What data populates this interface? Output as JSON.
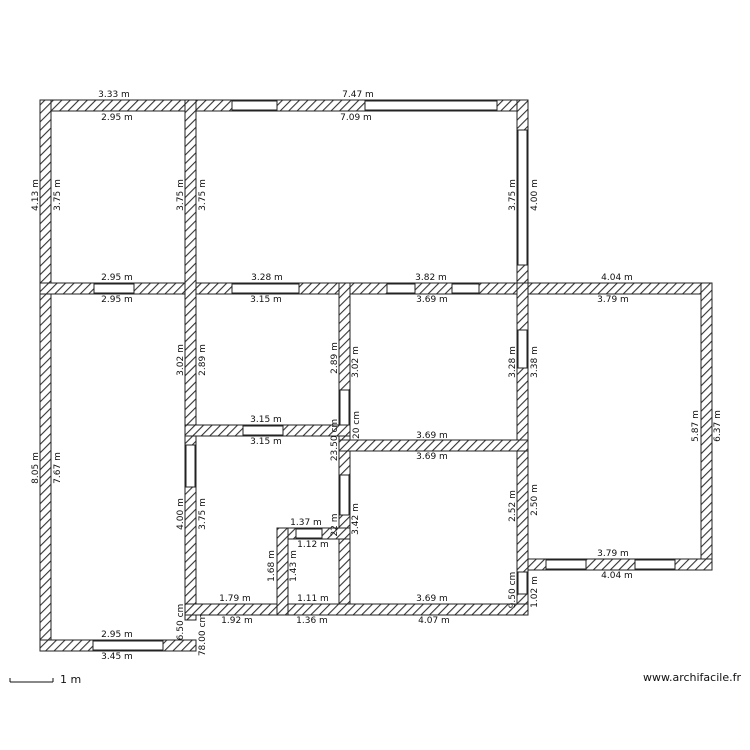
{
  "plan": {
    "website": "www.archifacile.fr",
    "scale_label": "1 m",
    "top_labels": {
      "outer_left_top": "3.33 m",
      "inner_left_top": "2.95 m",
      "outer_main_top": "7.47 m",
      "inner_main_top": "7.09 m",
      "left_h1": "2.95 m",
      "left_h2": "2.95 m",
      "mid_h1": "3.28 m",
      "mid_h2": "3.15 m",
      "center_h1": "3.82 m",
      "center_h2": "3.69 m",
      "right_h1": "4.04 m",
      "right_h2": "3.79 m",
      "room2_bottom_1": "3.15 m",
      "room2_bottom_2": "3.15 m",
      "room3_bottom_1": "3.69 m",
      "room3_bottom_2": "3.69 m",
      "right_bottom_1": "3.79 m",
      "right_bottom_2": "4.04 m",
      "small_top": "1.37 m",
      "small_inner": "1.12 m",
      "bottom_1": "1.79 m",
      "bottom_2": "1.11 m",
      "bottom_3": "3.69 m",
      "bottom_out_1": "1.92 m",
      "bottom_out_2": "1.36 m",
      "bottom_out_3": "4.07 m",
      "left_bottom_1": "2.95 m",
      "left_bottom_2": "3.45 m"
    },
    "vertical_labels": {
      "left_outer": "4.13 m",
      "left_inner": "3.75 m",
      "mid_1": "3.75 m",
      "mid_2": "3.75 m",
      "main_right_1": "3.75 m",
      "main_right_2": "4.00 m",
      "room2_1": "3.02 m",
      "room2_2": "2.89 m",
      "room2_3": "2.89 m",
      "room3_1": "3.02 m",
      "room3_2": "3.28 m",
      "room3_3": "3.38 m",
      "right_1": "5.87 m",
      "right_2": "6.37 m",
      "left_long_1": "8.05 m",
      "left_long_2": "7.67 m",
      "low_1": "4.00 m",
      "low_2": "3.75 m",
      "corr_1": "23.50 cm",
      "corr_2": "3.42 m",
      "room4_1": "2.52 m",
      "room4_2": "2.50 m",
      "small_1": "1.68 m",
      "small_2": "1.43 m",
      "small_3": "22 m",
      "bottom_v1": "9.50 cm",
      "bottom_v2": "1.02 m",
      "left_bottom_v1": "6.50 cm",
      "left_bottom_v2": "78.00 cm",
      "corr_3": "20 cm"
    },
    "colors": {
      "wall_stroke": "#222222",
      "hatch": "#333333",
      "opening_fill": "#ffffff"
    }
  }
}
